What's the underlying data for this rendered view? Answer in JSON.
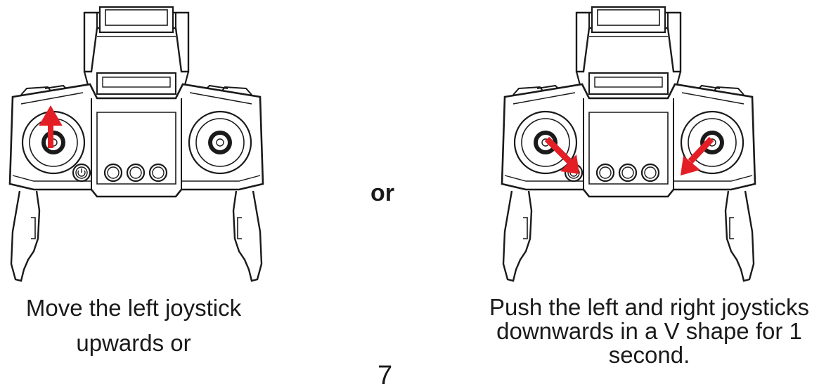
{
  "left_caption": {
    "line1": "Move the left joystick",
    "line2": "upwards or"
  },
  "or_label": "or",
  "right_caption": "Push the left and right joysticks downwards in a V shape for 1 second.",
  "page_number": "7",
  "colors": {
    "arrow": "#e31e24",
    "outline": "#1a1a1a"
  },
  "icons": {
    "left_arrow": "arrow-up-icon",
    "right_arrows": "arrow-down-diagonal-icon"
  }
}
